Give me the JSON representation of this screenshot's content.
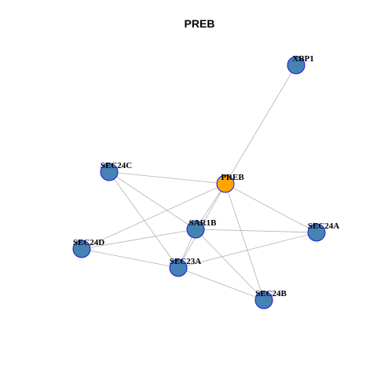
{
  "graph": {
    "title": "PREB",
    "colors": {
      "focus_node": "#FFA500",
      "other_node": "#4682B4",
      "node_border": "#1a1acc",
      "edge": "#b3b3b3"
    },
    "nodes": [
      {
        "id": "XBP1",
        "label": "XBP1",
        "focus": false
      },
      {
        "id": "SEC24C",
        "label": "SEC24C",
        "focus": false
      },
      {
        "id": "PREB",
        "label": "PREB",
        "focus": true
      },
      {
        "id": "SAR1B",
        "label": "SAR1B",
        "focus": false
      },
      {
        "id": "SEC24A",
        "label": "SEC24A",
        "focus": false
      },
      {
        "id": "SEC24D",
        "label": "SEC24D",
        "focus": false
      },
      {
        "id": "SEC23A",
        "label": "SEC23A",
        "focus": false
      },
      {
        "id": "SEC24B",
        "label": "SEC24B",
        "focus": false
      }
    ],
    "edges": [
      [
        "PREB",
        "XBP1"
      ],
      [
        "PREB",
        "SEC24C"
      ],
      [
        "PREB",
        "SEC24A"
      ],
      [
        "PREB",
        "SEC24D"
      ],
      [
        "PREB",
        "SAR1B"
      ],
      [
        "PREB",
        "SEC23A"
      ],
      [
        "PREB",
        "SEC24B"
      ],
      [
        "SEC24C",
        "SAR1B"
      ],
      [
        "SEC24C",
        "SEC23A"
      ],
      [
        "SAR1B",
        "SEC24A"
      ],
      [
        "SAR1B",
        "SEC24D"
      ],
      [
        "SAR1B",
        "SEC23A"
      ],
      [
        "SAR1B",
        "SEC24B"
      ],
      [
        "SEC24D",
        "SEC23A"
      ],
      [
        "SEC23A",
        "SEC24A"
      ],
      [
        "SEC23A",
        "SEC24B"
      ]
    ]
  }
}
